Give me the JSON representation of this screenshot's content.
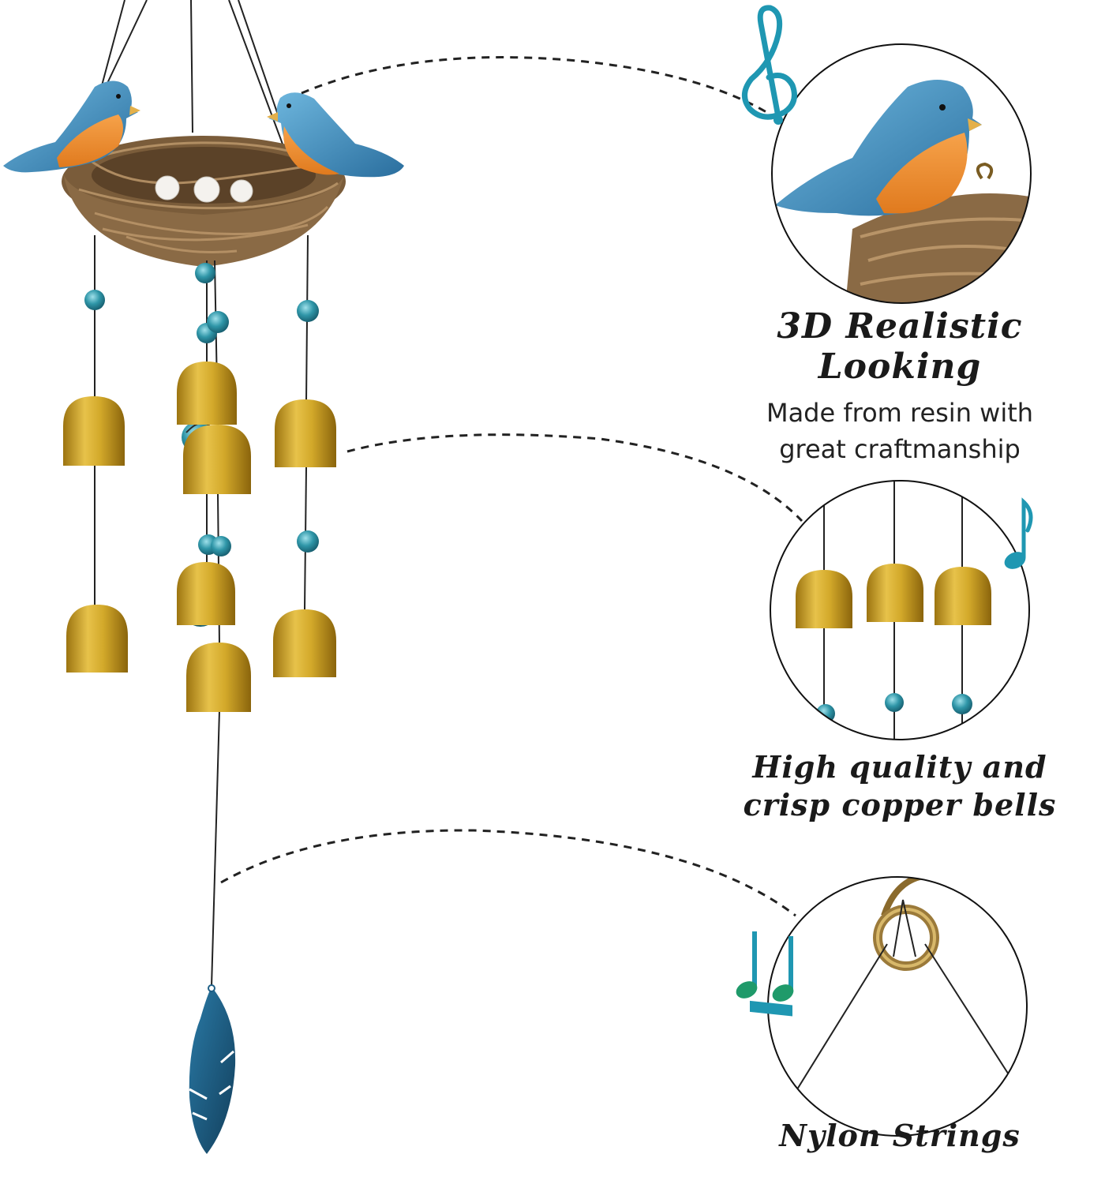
{
  "features": [
    {
      "title": "3D Realistic Looking",
      "subtitle_line1": "Made from resin with",
      "subtitle_line2": "great craftmanship",
      "icon": "treble-clef-icon"
    },
    {
      "title_line1": "High quality and",
      "title_line2": "crisp copper bells",
      "icon": "eighth-note-icon"
    },
    {
      "title": "Nylon Strings",
      "icon": "beamed-notes-icon"
    }
  ],
  "colors": {
    "bell_gold": "#d1a92a",
    "bird_blue": "#3f86b8",
    "bird_orange": "#f08a2a",
    "nest_brown": "#8a6a45",
    "bead_teal": "#2f96a8",
    "feather_blue": "#1f5f86",
    "note_teal": "#1f97b2"
  }
}
